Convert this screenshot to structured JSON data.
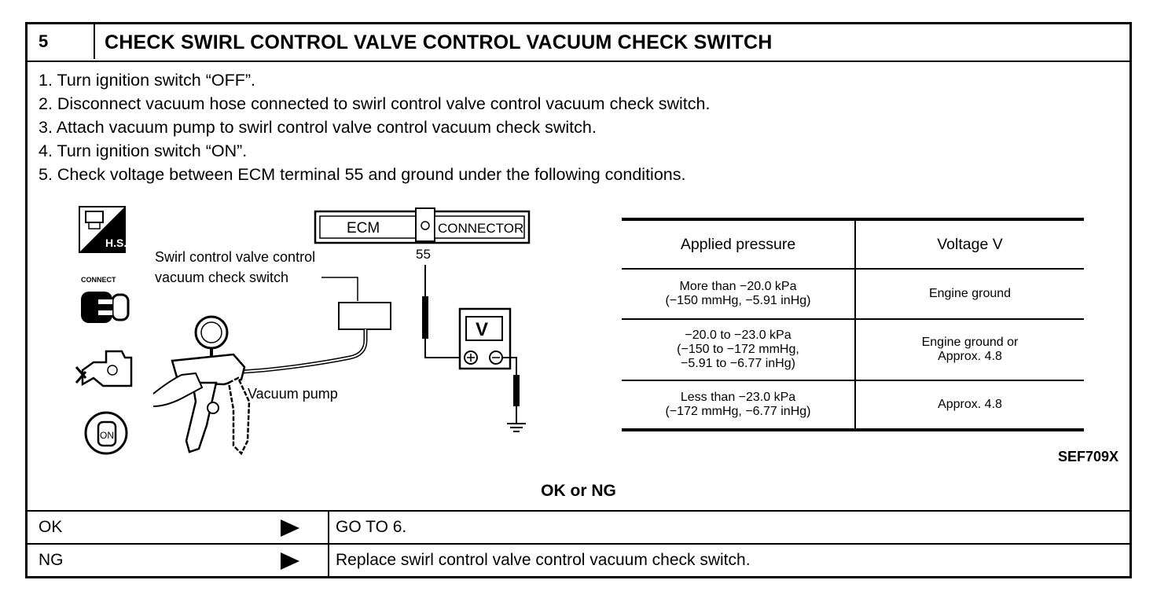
{
  "header": {
    "number": "5",
    "title": "CHECK SWIRL CONTROL VALVE CONTROL VACUUM CHECK SWITCH"
  },
  "steps": [
    "1.  Turn ignition switch “OFF”.",
    "2.  Disconnect vacuum hose connected to swirl control valve control vacuum check switch.",
    "3.  Attach vacuum pump to swirl control valve control vacuum check switch.",
    "4.  Turn ignition switch “ON”.",
    "5.  Check voltage between ECM terminal 55 and ground under the following conditions."
  ],
  "diagram": {
    "icon_hs_label": "H.S.",
    "icon_connect_label": "CONNECT",
    "icon_on_label": "ON",
    "ecm_label": "ECM",
    "connector_label": "CONNECTOR",
    "terminal": "55",
    "switch_label_line1": "Swirl  control  valve  control",
    "switch_label_line2": "vacuum  check  switch",
    "pump_label": "Vacuum  pump",
    "meter_label": "V"
  },
  "table": {
    "col1_header": "Applied pressure",
    "col2_header": "Voltage V",
    "rows": [
      {
        "pressure": [
          "More than −20.0 kPa",
          "(−150 mmHg, −5.91 inHg)"
        ],
        "voltage": [
          "Engine ground"
        ]
      },
      {
        "pressure": [
          "−20.0 to −23.0 kPa",
          "(−150 to −172 mmHg,",
          "−5.91 to −6.77 inHg)"
        ],
        "voltage": [
          "Engine ground or",
          "Approx. 4.8"
        ]
      },
      {
        "pressure": [
          "Less than −23.0 kPa",
          "(−172 mmHg, −6.77 inHg)"
        ],
        "voltage": [
          "Approx. 4.8"
        ]
      }
    ]
  },
  "figure_ref": "SEF709X",
  "ok_ng_heading": "OK or NG",
  "results": [
    {
      "label": "OK",
      "action": "GO TO 6."
    },
    {
      "label": "NG",
      "action": "Replace swirl control valve control vacuum check switch."
    }
  ]
}
